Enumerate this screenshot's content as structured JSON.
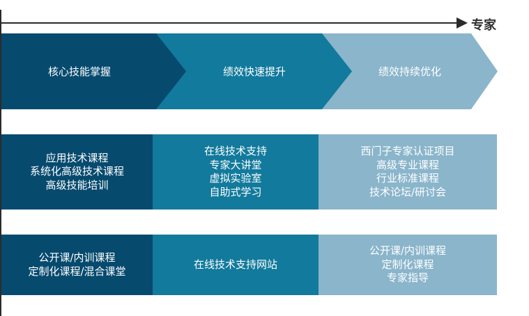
{
  "header": {
    "arrow_label": "专家"
  },
  "colors": {
    "dark": "#064a6e",
    "mid": "#127a9c",
    "light": "#8ab5cb",
    "line": "#2b2b2b"
  },
  "stages": [
    {
      "label": "核心技能掌握"
    },
    {
      "label": "绩效快速提升"
    },
    {
      "label": "绩效持续优化"
    }
  ],
  "rows": [
    {
      "cells": [
        {
          "lines": [
            "应用技术课程",
            "系统化高级技术课程",
            "高级技能培训"
          ]
        },
        {
          "lines": [
            "在线技术支持",
            "专家大讲堂",
            "虚拟实验室",
            "自助式学习"
          ]
        },
        {
          "lines": [
            "西门子专家认证项目",
            "高级专业课程",
            "行业标准课程",
            "技术论坛/研讨会"
          ]
        }
      ]
    },
    {
      "cells": [
        {
          "lines": [
            "公开课/内训课程",
            "定制化课程/混合课堂"
          ]
        },
        {
          "lines": [
            "在线技术支持网站"
          ]
        },
        {
          "lines": [
            "公开课/内训课程",
            "定制化课程",
            "专家指导"
          ]
        }
      ]
    }
  ]
}
